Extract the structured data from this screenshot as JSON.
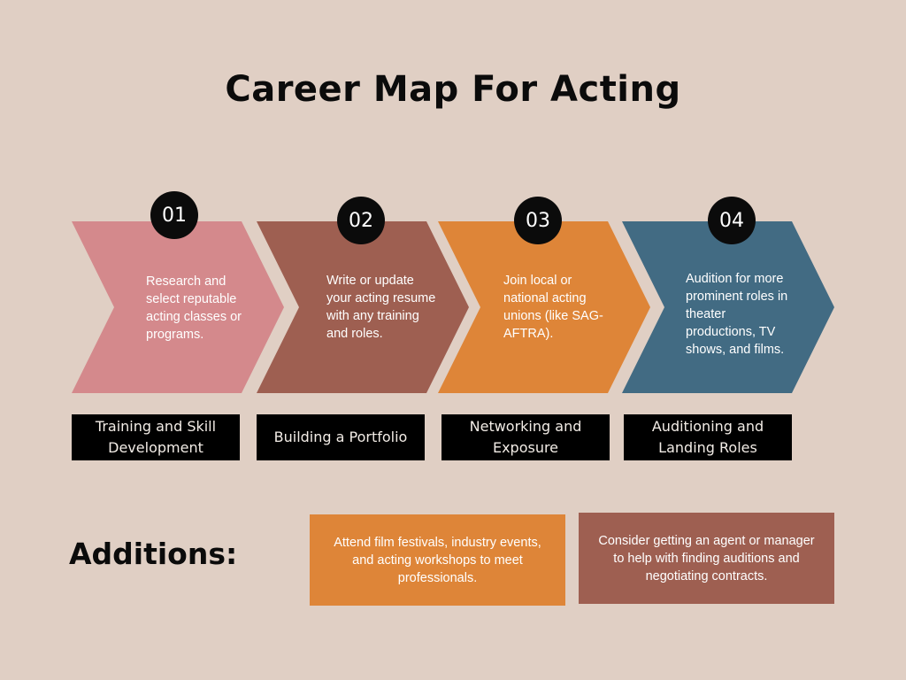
{
  "title": "Career Map For Acting",
  "steps": [
    {
      "number": "01",
      "description": "Research and select reputable acting classes or programs.",
      "label": "Training and Skill Development",
      "color": "#d4898c"
    },
    {
      "number": "02",
      "description": "Write or update your acting resume with any training and roles.",
      "label": "Building a Portfolio",
      "color": "#9e5f51"
    },
    {
      "number": "03",
      "description": "Join local or national acting unions (like SAG-AFTRA).",
      "label": "Networking and Exposure",
      "color": "#de8538"
    },
    {
      "number": "04",
      "description": "Audition for more prominent roles in theater productions, TV shows, and films.",
      "label": "Auditioning and Landing Roles",
      "color": "#426b83"
    }
  ],
  "additions": {
    "heading": "Additions:",
    "items": [
      {
        "text": "Attend film festivals, industry events, and acting workshops to meet professionals.",
        "color": "#de8538"
      },
      {
        "text": "Consider getting an agent or manager to help with finding auditions and negotiating contracts.",
        "color": "#9e5f51"
      }
    ]
  }
}
